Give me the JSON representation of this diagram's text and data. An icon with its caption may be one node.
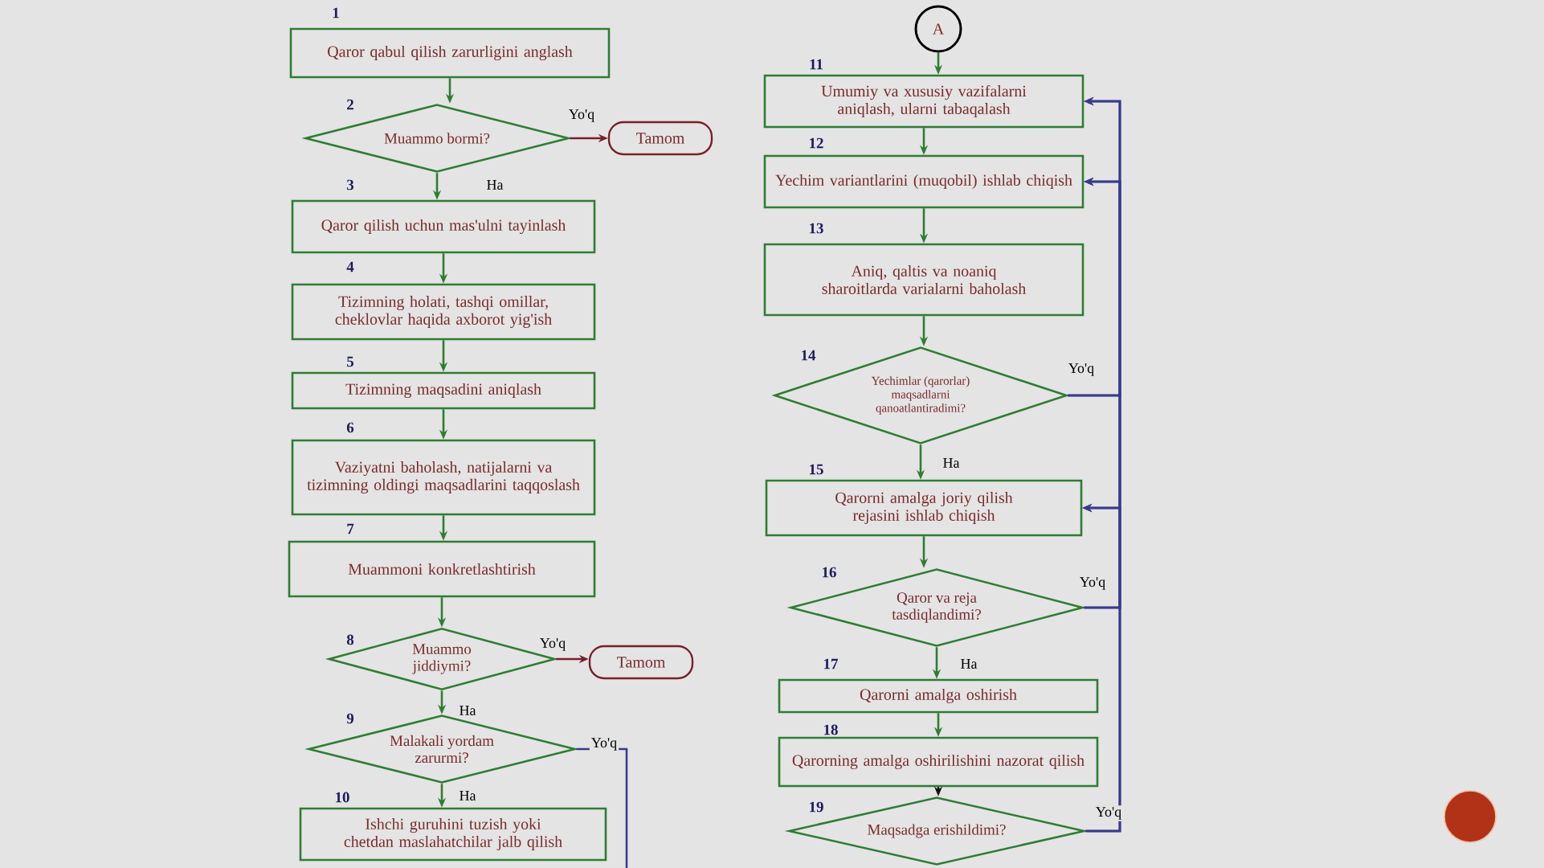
{
  "diagram": {
    "nodes": [
      {
        "text": [
          "Qaror qabul qilish zarurligini anglash"
        ],
        "beside": [
          "1"
        ]
      },
      {
        "text": [
          "Muammo bormi?"
        ],
        "beside": [
          "2"
        ]
      },
      {
        "text": [
          "Tamom"
        ]
      },
      {
        "text": [
          "Qaror qilish uchun mas'ulni tayinlash"
        ],
        "beside": [
          "3"
        ]
      },
      {
        "text": [
          "Tizimning holati, tashqi omillar, cheklovlar haqida axborot yig'ish"
        ],
        "beside": [
          "4"
        ]
      },
      {
        "text": [
          "Tizimning maqsadini aniqlash"
        ],
        "beside": [
          "5"
        ]
      },
      {
        "text": [
          "Vaziyatni baholash, natijalarni va tizimning oldingi maqsadlarini taqqoslash"
        ],
        "beside": [
          "6"
        ]
      },
      {
        "text": [
          "Muammoni konkretlashtirish"
        ],
        "beside": [
          "7"
        ]
      },
      {
        "text": [
          "Muammo jiddiymi?"
        ],
        "beside": [
          "8"
        ]
      },
      {
        "text": [
          "Tamom"
        ]
      },
      {
        "text": [
          "Malakali yordam zarurmi?"
        ],
        "beside": [
          "9"
        ]
      },
      {
        "text": [
          "Ishchi guruhini tuzish yoki chetdan maslahatchilar jalb qilish"
        ],
        "beside": [
          "10"
        ]
      },
      {
        "text": [
          "A"
        ]
      },
      {
        "text": [
          "Umumiy va xususiy vazifalarni aniqlash, ularni tabaqalash"
        ],
        "beside": [
          "11"
        ]
      },
      {
        "text": [
          "Yechim variantlarini (muqobil) ishlab chiqish"
        ],
        "beside": [
          "12"
        ]
      },
      {
        "text": [
          "Aniq, qaltis va noaniq sharoitlarda varialarni baholash"
        ],
        "beside": [
          "13"
        ]
      },
      {
        "text": [
          "Yechimlar (qarorlar) maqsadlarni qanoatlantiradimi?"
        ],
        "beside": [
          "14"
        ]
      },
      {
        "text": [
          "Qarorni amalga joriy qilish rejasini ishlab chiqish"
        ],
        "beside": [
          "15"
        ]
      },
      {
        "text": [
          "Qaror va reja tasdiqlandimi?"
        ],
        "beside": [
          "16"
        ]
      },
      {
        "text": [
          "Qarorni amalga oshirish"
        ],
        "beside": [
          "17"
        ]
      },
      {
        "text": [
          "Qarorning amalga oshirilishini nazorat qilish"
        ],
        "beside": [
          "18"
        ]
      },
      {
        "text": [
          "Maqsadga erishildimi?"
        ],
        "beside": [
          "19"
        ]
      }
    ],
    "edges": [
      {
        "from": 0,
        "to": 1,
        "arrow": "to"
      },
      {
        "from": 1,
        "to": 2,
        "arrow": "to",
        "label": "Yo'q",
        "color": "#7a1f2b"
      },
      {
        "from": 1,
        "to": 3,
        "arrow": "to",
        "label": "Ha"
      },
      {
        "from": 3,
        "to": 4,
        "arrow": "to"
      },
      {
        "from": 4,
        "to": 5,
        "arrow": "to"
      },
      {
        "from": 5,
        "to": 6,
        "arrow": "to"
      },
      {
        "from": 6,
        "to": 7,
        "arrow": "to"
      },
      {
        "from": 7,
        "to": 8,
        "arrow": "to"
      },
      {
        "from": 8,
        "to": 9,
        "arrow": "to",
        "label": "Yo'q",
        "color": "#7a1f2b"
      },
      {
        "from": 8,
        "to": 10,
        "arrow": "to",
        "label": "Ha"
      },
      {
        "from": 10,
        "to": 11,
        "arrow": "to",
        "label": "Ha"
      },
      {
        "from": 10,
        "to": null,
        "arrow": "none",
        "label": "Yo'q",
        "color": "#3a3a8c"
      },
      {
        "from": 12,
        "to": 13,
        "arrow": "to"
      },
      {
        "from": 13,
        "to": 14,
        "arrow": "to"
      },
      {
        "from": 14,
        "to": 15,
        "arrow": "to"
      },
      {
        "from": 15,
        "to": 16,
        "arrow": "to"
      },
      {
        "from": 16,
        "to": 17,
        "arrow": "to",
        "label": "Ha"
      },
      {
        "from": 17,
        "to": 18,
        "arrow": "to"
      },
      {
        "from": 18,
        "to": 19,
        "arrow": "to",
        "label": "Ha"
      },
      {
        "from": 19,
        "to": 20,
        "arrow": "to"
      },
      {
        "from": 20,
        "to": 21,
        "arrow": "to",
        "color": "#111111"
      },
      {
        "from": 16,
        "to": 13,
        "arrow": "to",
        "label": "Yo'q",
        "color": "#3a3a8c"
      },
      {
        "from": 16,
        "to": 14,
        "arrow": "to",
        "color": "#3a3a8c"
      },
      {
        "from": 16,
        "to": 17,
        "arrow": "to",
        "color": "#3a3a8c"
      },
      {
        "from": 18,
        "to": 13,
        "arrow": "to",
        "label": "Yo'q",
        "color": "#3a3a8c"
      },
      {
        "from": 18,
        "to": 14,
        "arrow": "to",
        "color": "#3a3a8c"
      },
      {
        "from": 18,
        "to": 17,
        "arrow": "to",
        "color": "#3a3a8c"
      },
      {
        "from": 21,
        "to": 13,
        "arrow": "to",
        "label": "Yo'q",
        "color": "#3a3a8c"
      },
      {
        "from": 21,
        "to": 14,
        "arrow": "to",
        "color": "#3a3a8c"
      },
      {
        "from": 21,
        "to": 17,
        "arrow": "to",
        "color": "#3a3a8c"
      }
    ]
  }
}
